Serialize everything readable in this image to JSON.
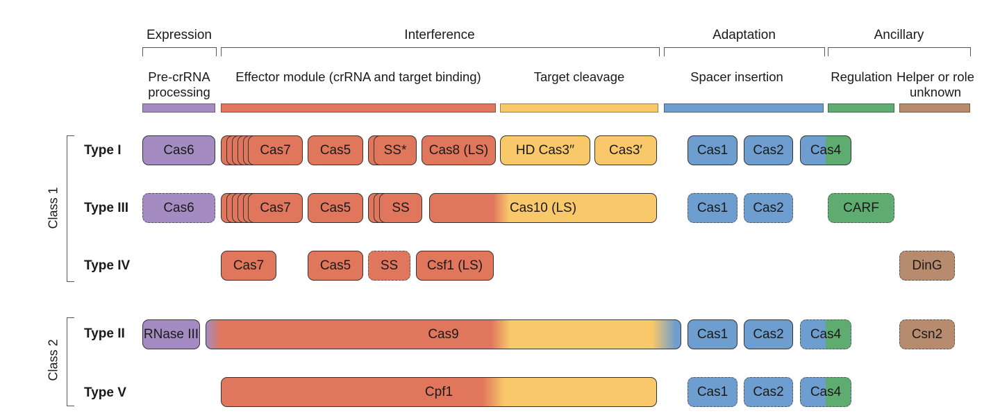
{
  "headers": {
    "expression": "Expression",
    "interference": "Interference",
    "adaptation": "Adaptation",
    "ancillary": "Ancillary"
  },
  "subheaders": {
    "pre_crrna": "Pre-crRNA processing",
    "effector": "Effector module (crRNA and target binding)",
    "target_cleavage": "Target cleavage",
    "spacer_insertion": "Spacer insertion",
    "regulation": "Regulation",
    "helper": "Helper or role unknown"
  },
  "classes": {
    "class1": "Class 1",
    "class2": "Class 2"
  },
  "types": {
    "type_i": "Type I",
    "type_iii": "Type III",
    "type_iv": "Type IV",
    "type_ii": "Type II",
    "type_v": "Type V"
  },
  "proteins": {
    "t1_cas6": "Cas6",
    "t1_cas7": "Cas7",
    "t1_cas5": "Cas5",
    "t1_ss": "SS*",
    "t1_cas8": "Cas8 (LS)",
    "t1_hdcas3": "HD Cas3′′",
    "t1_cas3": "Cas3′",
    "t1_cas1": "Cas1",
    "t1_cas2": "Cas2",
    "t1_cas4": "Cas4",
    "t3_cas6": "Cas6",
    "t3_cas7": "Cas7",
    "t3_cas5": "Cas5",
    "t3_ss": "SS",
    "t3_cas10": "Cas10 (LS)",
    "t3_cas1": "Cas1",
    "t3_cas2": "Cas2",
    "t3_carf": "CARF",
    "t4_cas7": "Cas7",
    "t4_cas5": "Cas5",
    "t4_ss": "SS",
    "t4_csf1": "Csf1 (LS)",
    "t4_ding": "DinG",
    "t2_rnase": "RNase III",
    "t2_cas9": "Cas9",
    "t2_cas1": "Cas1",
    "t2_cas2": "Cas2",
    "t2_cas4": "Cas4",
    "t2_csn2": "Csn2",
    "t5_cpf1": "Cpf1",
    "t5_cas1": "Cas1",
    "t5_cas2": "Cas2",
    "t5_cas4": "Cas4"
  },
  "colors": {
    "expression": "#a48cc3",
    "effector": "#e0765c",
    "cleavage": "#f8c86a",
    "adaptation": "#6d9ecf",
    "regulation": "#5eac70",
    "helper": "#b78c6e"
  }
}
